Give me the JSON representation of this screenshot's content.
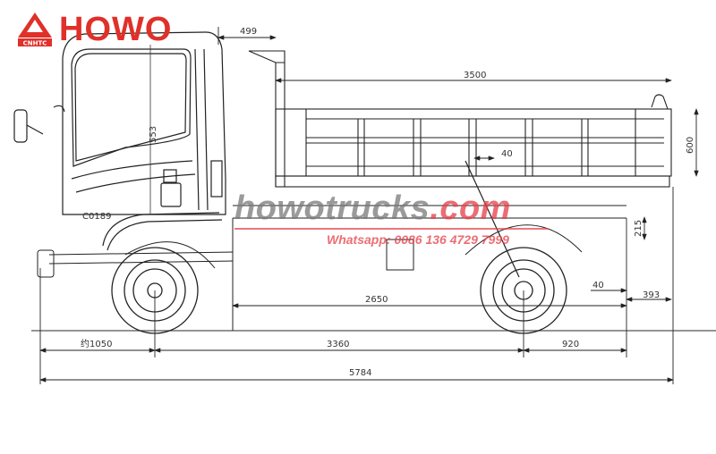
{
  "brand": {
    "logo_emblem_text": "CNHTC",
    "logo_text": "HOWO",
    "brand_color": "#e0302a"
  },
  "watermark": {
    "site_part1": "howo",
    "site_part2": "trucks",
    "site_part3": ".com",
    "whatsapp": "Whatsapp: 0086 136 4729 7999"
  },
  "drawing": {
    "title": "HOWO light dump truck side elevation",
    "cab_label": "C0189",
    "dimensions": {
      "front_overhang_to_body": "499",
      "body_length": "3500",
      "body_height": "600",
      "cab_dim_vertical": "553",
      "pin_offset_top": "40",
      "rear_frame_height": "215",
      "rear_offset": "40",
      "rear_overhang_to_end": "393",
      "axle_to_body": "2650",
      "front_overhang": "约1050",
      "wheelbase": "3360",
      "rear_overhang": "920",
      "overall_length": "5784"
    }
  }
}
